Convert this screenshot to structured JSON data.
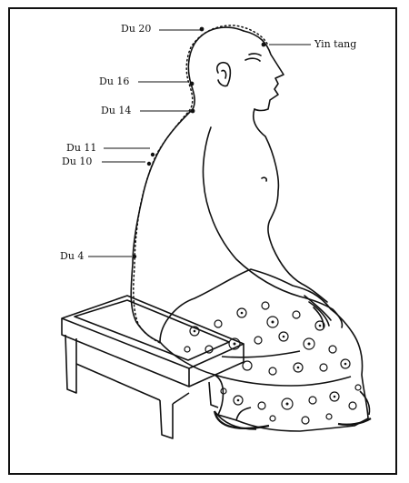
{
  "figure": {
    "description_labels": [
      {
        "key": "du20",
        "text": "Du 20"
      },
      {
        "key": "yintang",
        "text": "Yin tang"
      },
      {
        "key": "du16",
        "text": "Du 16"
      },
      {
        "key": "du14",
        "text": "Du 14"
      },
      {
        "key": "du11",
        "text": "Du 11"
      },
      {
        "key": "du10",
        "text": "Du 10"
      },
      {
        "key": "du4",
        "text": "Du 4"
      }
    ],
    "colors": {
      "ink": "#111111",
      "background": "#ffffff"
    }
  }
}
